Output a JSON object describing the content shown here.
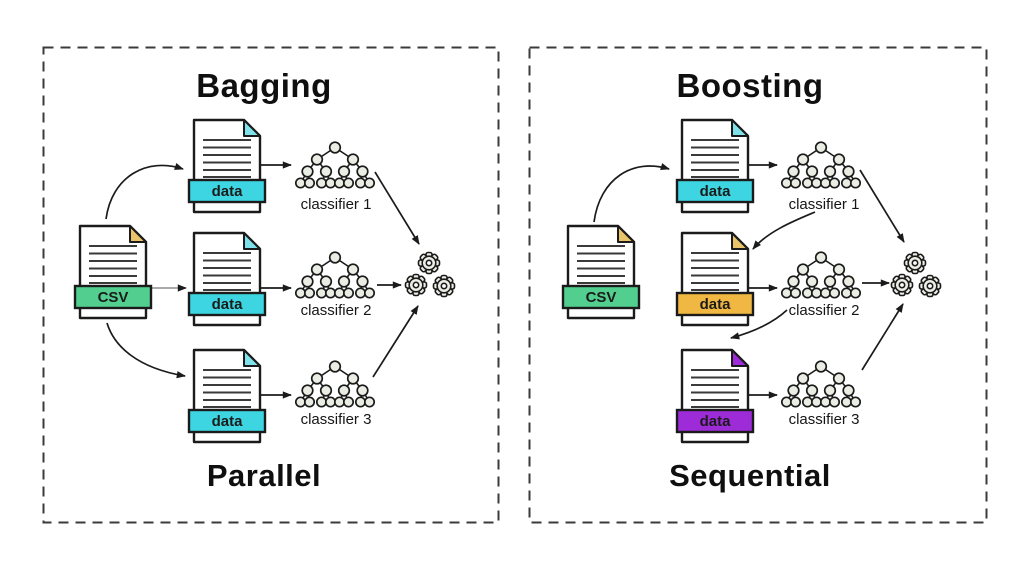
{
  "figure": {
    "panels": [
      {
        "title": "Bagging",
        "mode_label": "Parallel",
        "source_doc": {
          "label": "CSV",
          "band_color": "#52CE8E",
          "fold_color": "#E9C46A"
        },
        "data_docs": [
          {
            "label": "data",
            "band_color": "#3DD5E1",
            "fold_color": "#7FE2EA"
          },
          {
            "label": "data",
            "band_color": "#3DD5E1",
            "fold_color": "#7FE2EA"
          },
          {
            "label": "data",
            "band_color": "#3DD5E1",
            "fold_color": "#7FE2EA"
          }
        ],
        "classifier_labels": [
          "classifier 1",
          "classifier 2",
          "classifier 3"
        ],
        "output_icon": "gears-icon"
      },
      {
        "title": "Boosting",
        "mode_label": "Sequential",
        "source_doc": {
          "label": "CSV",
          "band_color": "#52CE8E",
          "fold_color": "#E9C46A"
        },
        "data_docs": [
          {
            "label": "data",
            "band_color": "#3DD5E1",
            "fold_color": "#7FE2EA"
          },
          {
            "label": "data",
            "band_color": "#F0B843",
            "fold_color": "#E9C46A"
          },
          {
            "label": "data",
            "band_color": "#9E2BD8",
            "fold_color": "#9E2BD8"
          }
        ],
        "classifier_labels": [
          "classifier 1",
          "classifier 2",
          "classifier 3"
        ],
        "output_icon": "gears-icon"
      }
    ],
    "colors": {
      "stroke": "#1b1b1b",
      "tree_node_fill": "#EAEDE3",
      "gear_fill": "#EDEFE7",
      "border": "#3b3b3b",
      "background": "#ffffff"
    }
  }
}
